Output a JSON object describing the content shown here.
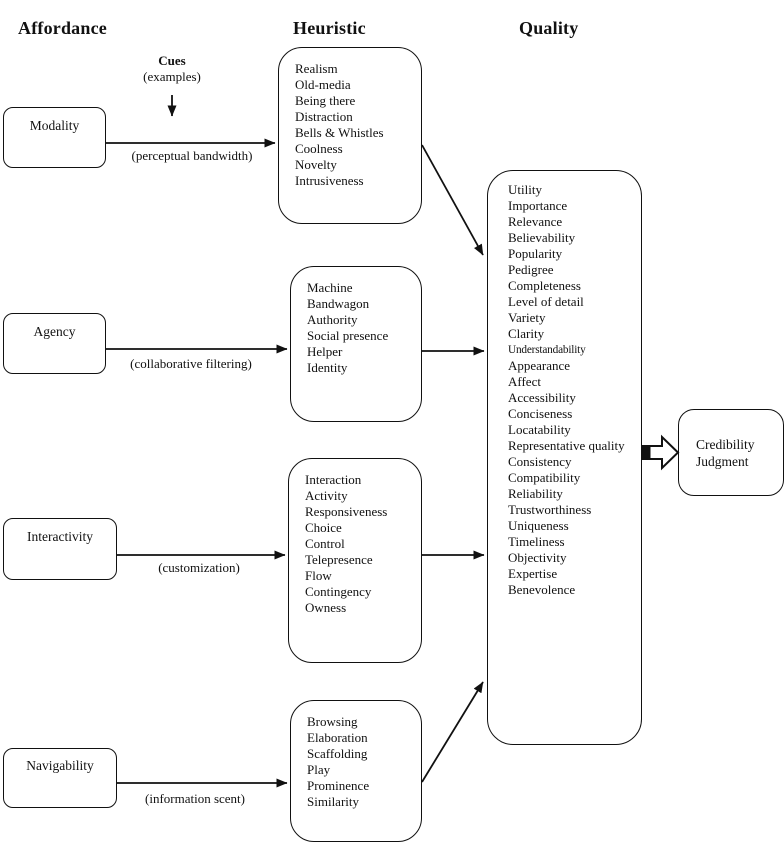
{
  "headers": {
    "affordance": "Affordance",
    "heuristic": "Heuristic",
    "quality": "Quality"
  },
  "cues": {
    "title": "Cues",
    "subtitle": "(examples)"
  },
  "affordances": [
    {
      "label": "Modality",
      "cue_label": "(perceptual bandwidth)",
      "heuristics": [
        "Realism",
        "Old-media",
        "Being there",
        "Distraction",
        "Bells & Whistles",
        "Coolness",
        "Novelty",
        "Intrusiveness"
      ]
    },
    {
      "label": "Agency",
      "cue_label": "(collaborative filtering)",
      "heuristics": [
        "Machine",
        "Bandwagon",
        "Authority",
        "Social presence",
        "Helper",
        "Identity"
      ]
    },
    {
      "label": "Interactivity",
      "cue_label": "(customization)",
      "heuristics": [
        "Interaction",
        "Activity",
        "Responsiveness",
        "Choice",
        "Control",
        "Telepresence",
        "Flow",
        "Contingency",
        "Owness"
      ]
    },
    {
      "label": "Navigability",
      "cue_label": "(information scent)",
      "heuristics": [
        "Browsing",
        "Elaboration",
        "Scaffolding",
        "Play",
        "Prominence",
        "Similarity"
      ]
    }
  ],
  "quality_box": {
    "items": [
      "Utility",
      "Importance",
      "Relevance",
      "Believability",
      "Popularity",
      "Pedigree",
      "Completeness",
      "Level of detail",
      "Variety",
      "Clarity",
      "Understandability",
      "Appearance",
      "Affect",
      "Accessibility",
      "Conciseness",
      "Locatability",
      "Representative quality",
      "Consistency",
      "Compatibility",
      "Reliability",
      "Trustworthiness",
      "Uniqueness",
      "Timeliness",
      "Objectivity",
      "Expertise",
      "Benevolence"
    ],
    "condensed_item": "Understandability"
  },
  "outcome": {
    "line1": "Credibility",
    "line2": "Judgment"
  },
  "colors": {
    "line": "#111111",
    "background": "#ffffff"
  }
}
